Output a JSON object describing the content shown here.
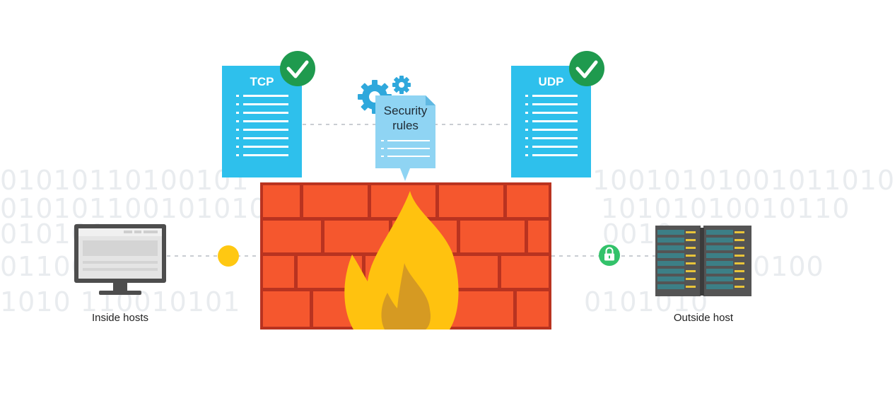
{
  "binary_left": [
    "01010110100101",
    "010101100101010",
    "010101",
    "01100",
    "1010 110010101"
  ],
  "binary_right": [
    "10010101001011010",
    "10101010010110",
    "0010",
    "0100",
    "0101010"
  ],
  "tcp": {
    "label": "TCP"
  },
  "udp": {
    "label": "UDP"
  },
  "rules": {
    "line1": "Security",
    "line2": "rules"
  },
  "inside": {
    "label": "Inside hosts"
  },
  "outside": {
    "label": "Outside host"
  },
  "colors": {
    "doc_blue": "#2ec0ec",
    "check_green": "#1f9a4e",
    "brick": "#f5572e",
    "mortar": "#b93320",
    "flame_outer": "#ffc20f",
    "flame_inner": "#d69a22",
    "node_yellow": "#ffc812",
    "lock_green": "#33c26a",
    "gear_blue": "#2fa8dc"
  }
}
